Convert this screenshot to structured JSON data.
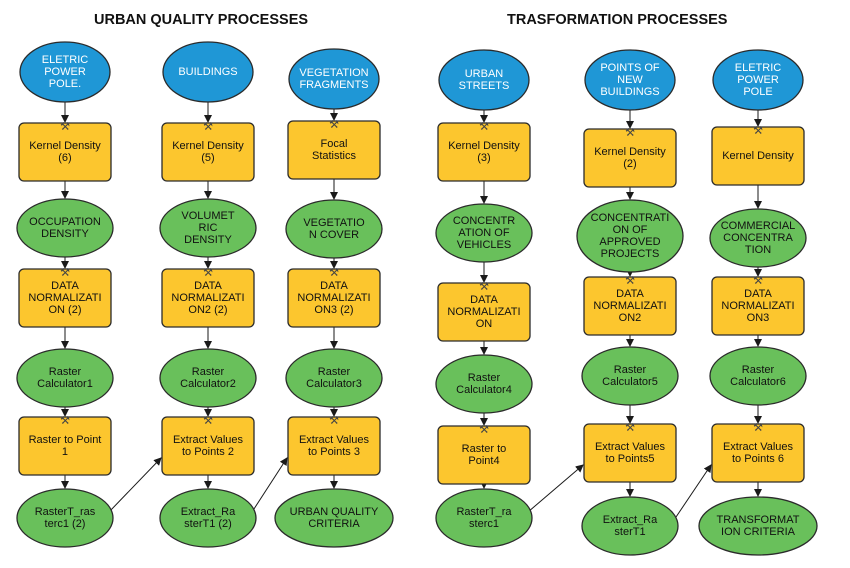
{
  "headings": {
    "urban_quality": "URBAN QUALITY PROCESSES",
    "transformation": "TRASFORMATION PROCESSES"
  },
  "colors": {
    "input_fill": "#1f97d6",
    "tool_fill": "#fcc62e",
    "output_fill": "#69c05b",
    "outline": "#2b2b2b"
  },
  "icons": {
    "tool": "hammer-icon"
  },
  "columns": [
    {
      "nodes": [
        {
          "type": "input",
          "label": "ELETRIC\nPOWER\nPOLE."
        },
        {
          "type": "tool",
          "label": "Kernel Density\n(6)"
        },
        {
          "type": "output",
          "label": "OCCUPATION\nDENSITY"
        },
        {
          "type": "tool",
          "label": "DATA\nNORMALIZATI\nON (2)"
        },
        {
          "type": "output",
          "label": "Raster\nCalculator1"
        },
        {
          "type": "tool",
          "label": "Raster to Point\n1"
        },
        {
          "type": "output",
          "label": "RasterT_ras\nterc1 (2)"
        }
      ]
    },
    {
      "nodes": [
        {
          "type": "input",
          "label": "BUILDINGS"
        },
        {
          "type": "tool",
          "label": "Kernel Density\n(5)"
        },
        {
          "type": "output",
          "label": "VOLUMET\nRIC\nDENSITY"
        },
        {
          "type": "tool",
          "label": "DATA\nNORMALIZATI\nON2 (2)"
        },
        {
          "type": "output",
          "label": "Raster\nCalculator2"
        },
        {
          "type": "tool",
          "label": "Extract Values\nto Points 2"
        },
        {
          "type": "output",
          "label": "Extract_Ra\nsterT1 (2)"
        }
      ]
    },
    {
      "nodes": [
        {
          "type": "input",
          "label": "VEGETATION\nFRAGMENTS"
        },
        {
          "type": "tool",
          "label": "Focal\nStatistics"
        },
        {
          "type": "output",
          "label": "VEGETATIO\nN COVER"
        },
        {
          "type": "tool",
          "label": "DATA\nNORMALIZATI\nON3 (2)"
        },
        {
          "type": "output",
          "label": "Raster\nCalculator3"
        },
        {
          "type": "tool",
          "label": "Extract Values\nto Points 3"
        },
        {
          "type": "output",
          "label": "URBAN QUALITY\nCRITERIA"
        }
      ]
    },
    {
      "nodes": [
        {
          "type": "input",
          "label": "URBAN\nSTREETS"
        },
        {
          "type": "tool",
          "label": "Kernel Density\n(3)"
        },
        {
          "type": "output",
          "label": "CONCENTR\nATION OF\nVEHICLES"
        },
        {
          "type": "tool",
          "label": "DATA\nNORMALIZATI\nON"
        },
        {
          "type": "output",
          "label": "Raster\nCalculator4"
        },
        {
          "type": "tool",
          "label": "Raster to\nPoint4"
        },
        {
          "type": "output",
          "label": "RasterT_ra\nsterc1"
        }
      ]
    },
    {
      "nodes": [
        {
          "type": "input",
          "label": "POINTS OF\nNEW\nBUILDINGS"
        },
        {
          "type": "tool",
          "label": "Kernel Density\n(2)"
        },
        {
          "type": "output",
          "label": "CONCENTRATI\nON OF\nAPPROVED\nPROJECTS"
        },
        {
          "type": "tool",
          "label": "DATA\nNORMALIZATI\nON2"
        },
        {
          "type": "output",
          "label": "Raster\nCalculator5"
        },
        {
          "type": "tool",
          "label": "Extract Values\nto Points5"
        },
        {
          "type": "output",
          "label": "Extract_Ra\nsterT1"
        }
      ]
    },
    {
      "nodes": [
        {
          "type": "input",
          "label": "ELETRIC\nPOWER\nPOLE"
        },
        {
          "type": "tool",
          "label": "Kernel Density"
        },
        {
          "type": "output",
          "label": "COMMERCIAL\nCONCENTRA\nTION"
        },
        {
          "type": "tool",
          "label": "DATA\nNORMALIZATI\nON3"
        },
        {
          "type": "output",
          "label": "Raster\nCalculator6"
        },
        {
          "type": "tool",
          "label": "Extract Values\nto Points 6"
        },
        {
          "type": "output",
          "label": "TRANSFORMAT\nION CRITERIA"
        }
      ]
    }
  ],
  "cross_links": [
    {
      "from": "RasterT_ras\nterc1 (2)",
      "to": "Extract Values\nto Points 2"
    },
    {
      "from": "Extract_Ra\nsterT1 (2)",
      "to": "Extract Values\nto Points 3"
    },
    {
      "from": "RasterT_ra\nsterc1",
      "to": "Extract Values\nto Points5"
    },
    {
      "from": "Extract_Ra\nsterT1",
      "to": "Extract Values\nto Points 6"
    }
  ]
}
